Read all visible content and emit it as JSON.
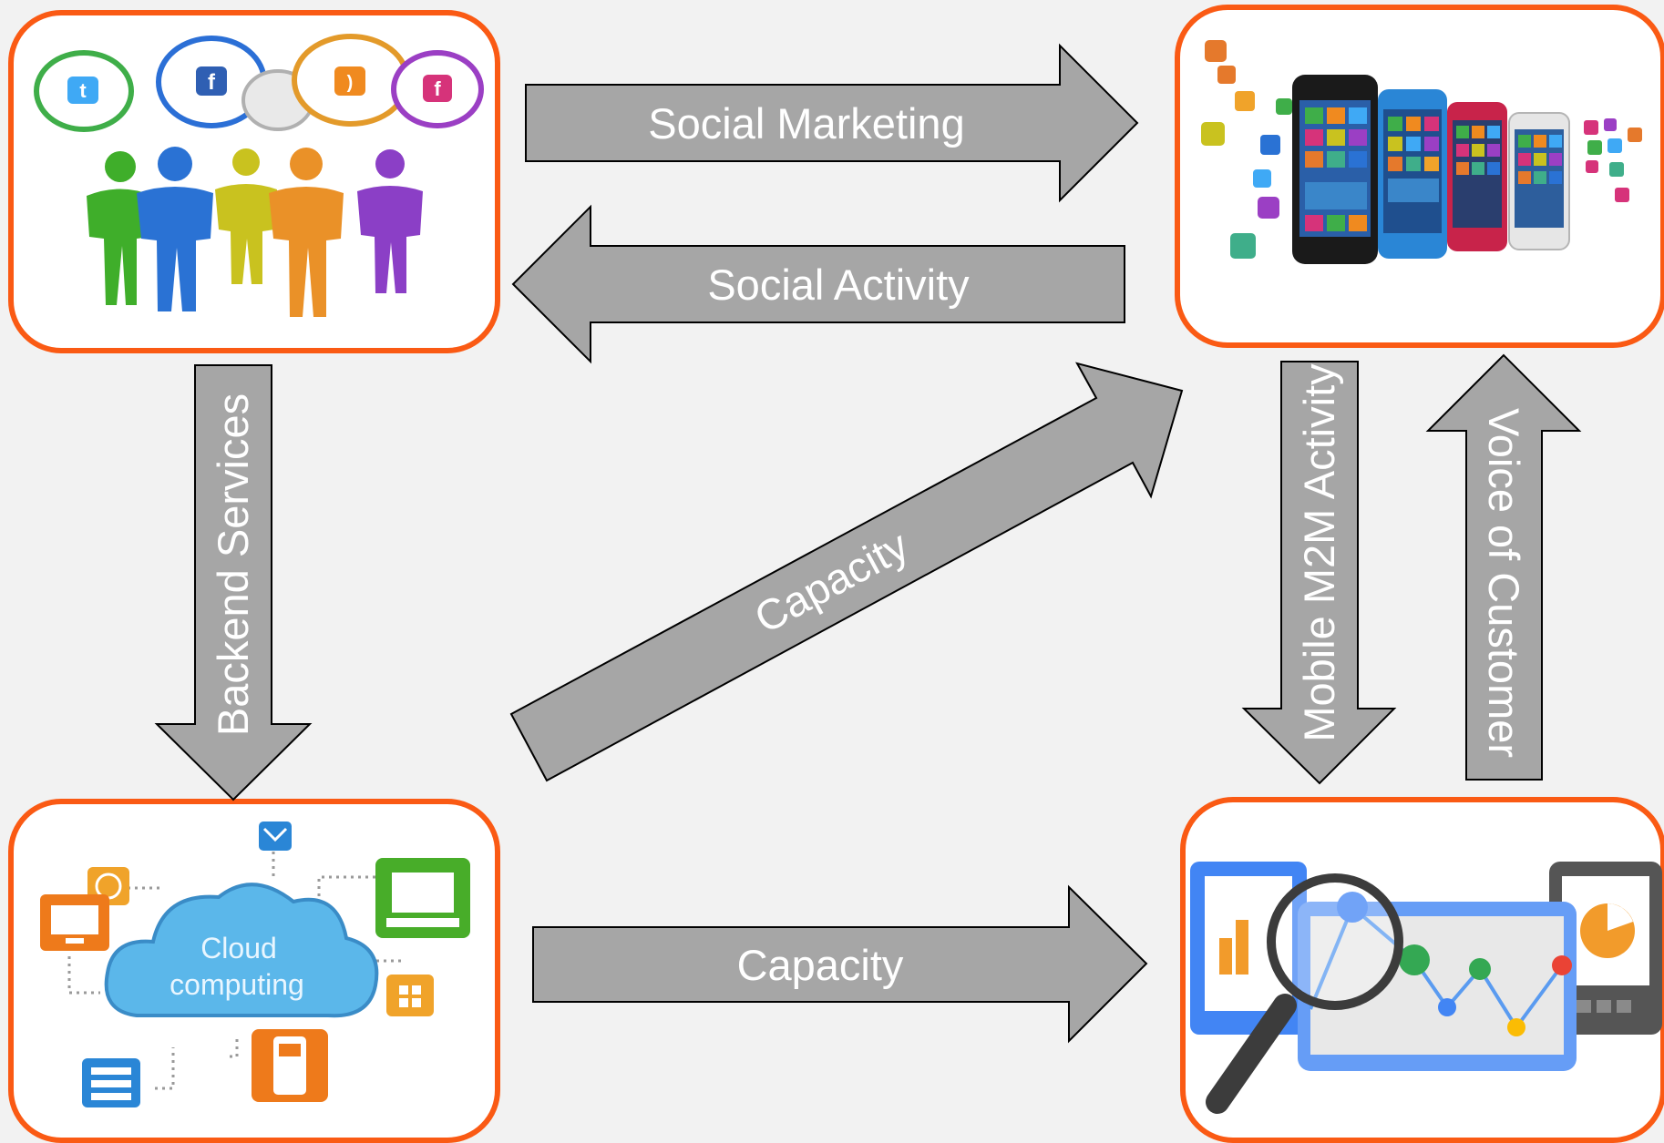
{
  "colors": {
    "background": "#f2f2f2",
    "tile_border": "#fa5a14",
    "arrow_fill": "#a6a6a6",
    "arrow_text": "#ffffff"
  },
  "nodes": {
    "social": {
      "icon": "social-media-people-icon"
    },
    "mobile": {
      "icon": "mobile-devices-apps-icon"
    },
    "cloud": {
      "icon": "cloud-computing-icon",
      "cloud_line1": "Cloud",
      "cloud_line2": "computing"
    },
    "analytics": {
      "icon": "analytics-magnifier-icon"
    }
  },
  "arrows": {
    "social_marketing": "Social Marketing",
    "social_activity": "Social Activity",
    "backend_services": "Backend Services",
    "capacity_diagonal": "Capacity",
    "capacity_bottom": "Capacity",
    "mobile_m2m": "Mobile M2M Activity",
    "voice_of_customer": "Voice of Customer"
  }
}
